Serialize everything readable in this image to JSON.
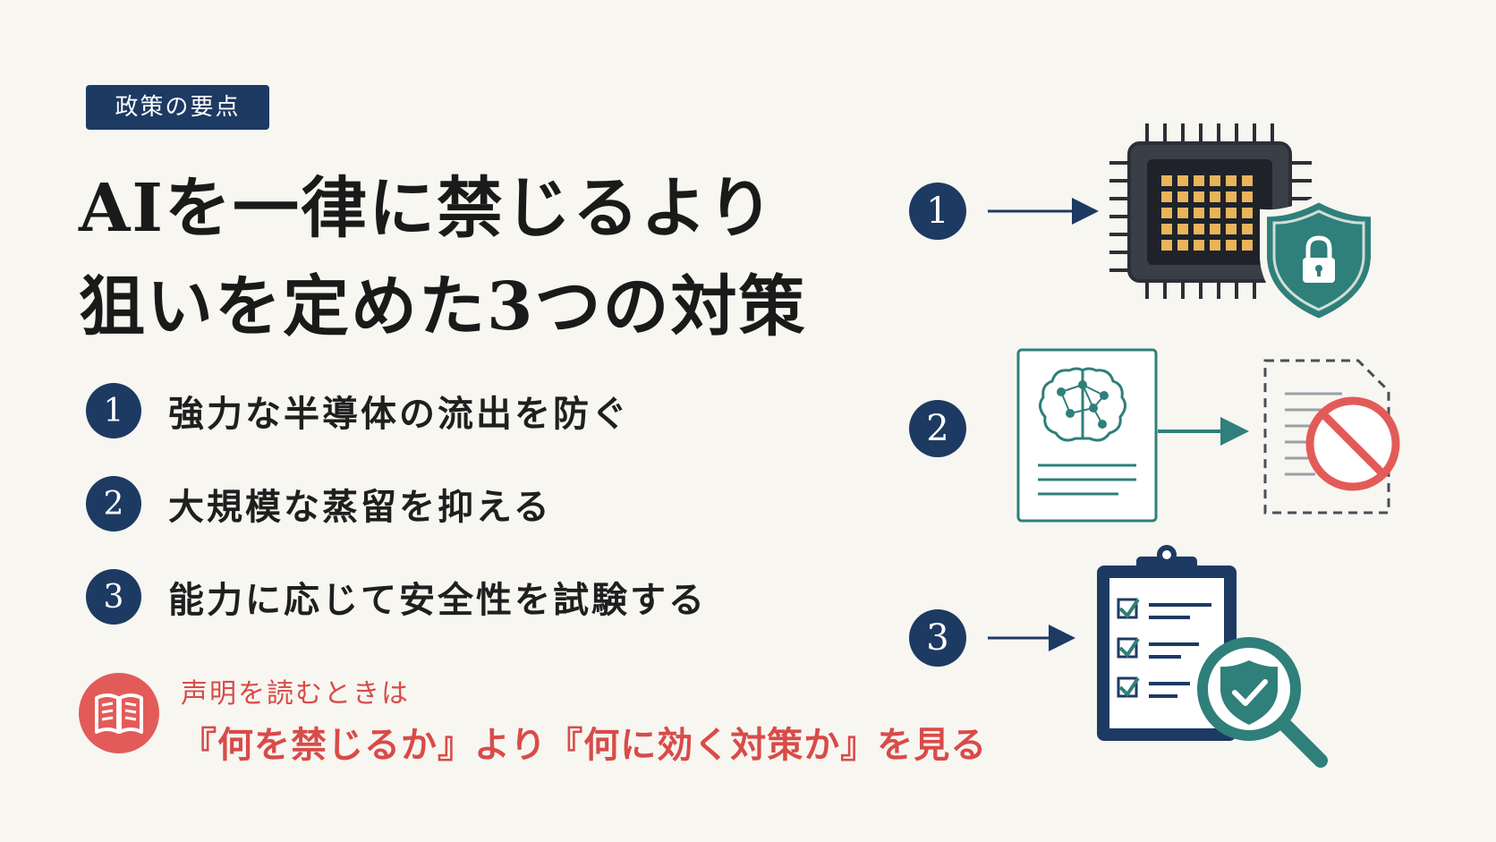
{
  "badge": "政策の要点",
  "title": {
    "line1": "AIを一律に禁じるより",
    "line2": "狙いを定めた3つの対策"
  },
  "items": [
    {
      "num": "1",
      "label": "強力な半導体の流出を防ぐ"
    },
    {
      "num": "2",
      "label": "大規模な蒸留を抑える"
    },
    {
      "num": "3",
      "label": "能力に応じて安全性を試験する"
    }
  ],
  "tip": {
    "icon": "open-book-icon",
    "heading": "声明を読むときは",
    "main": "『何を禁じるか』より『何に効く対策か』を見る"
  },
  "illustrations": [
    {
      "num": "1",
      "icons": [
        "chip-icon",
        "shield-lock-icon"
      ]
    },
    {
      "num": "2",
      "icons": [
        "brain-document-icon",
        "blocked-document-icon"
      ]
    },
    {
      "num": "3",
      "icons": [
        "checklist-clipboard-icon",
        "magnifier-shield-check-icon"
      ]
    }
  ],
  "colors": {
    "navy": "#1d3a63",
    "teal": "#2f7f7a",
    "red": "#e35b58",
    "chip_gold": "#e8b45c",
    "background": "#f7f6f1"
  }
}
